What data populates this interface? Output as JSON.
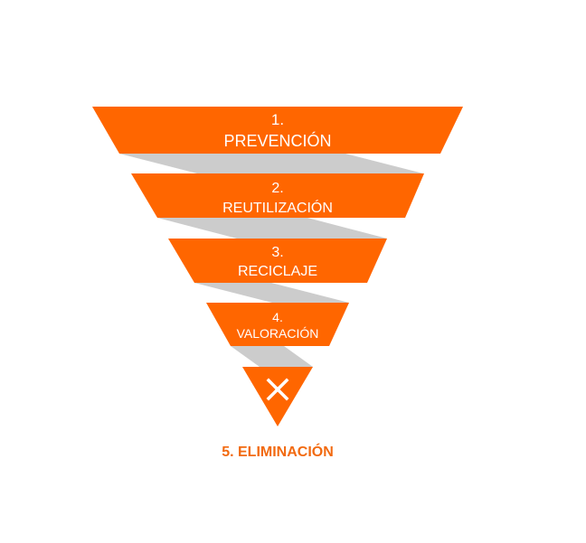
{
  "diagram": {
    "colors": {
      "tier": "#ff6600",
      "ribbon": "#cccccc",
      "final_label": "#f26a10"
    },
    "tiers": [
      {
        "number": "1.",
        "label": "PREVENCIÓN"
      },
      {
        "number": "2.",
        "label": "REUTILIZACIÓN"
      },
      {
        "number": "3.",
        "label": "RECICLAJE"
      },
      {
        "number": "4.",
        "label": "VALORACIÓN"
      }
    ],
    "final": {
      "icon": "close-icon",
      "label": "5. ELIMINACIÓN"
    }
  }
}
